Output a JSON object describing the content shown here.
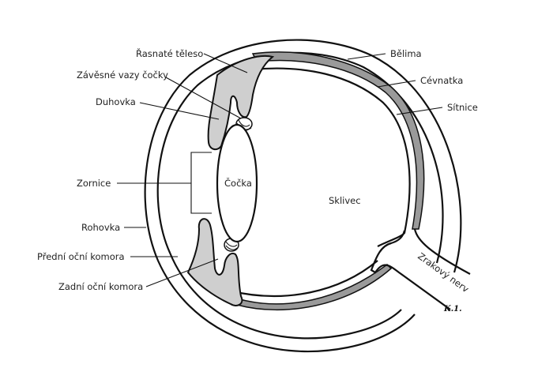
{
  "diagram": {
    "title": "Eye cross-section",
    "labels": {
      "ciliary_body": "Řasnaté těleso",
      "zonule": "Závěsné vazy čočky",
      "iris": "Duhovka",
      "pupil": "Zornice",
      "lens": "Čočka",
      "cornea": "Rohovka",
      "anterior_chamber": "Přední oční komora",
      "posterior_chamber": "Zadní oční komora",
      "sclera": "Bělima",
      "choroid": "Cévnatka",
      "retina": "Sítnice",
      "vitreous": "Sklivec",
      "optic_nerve": "Zrakový nerv"
    },
    "signature": "K.1."
  },
  "colors": {
    "line": "#111111",
    "shade": "#cfcfcf"
  }
}
